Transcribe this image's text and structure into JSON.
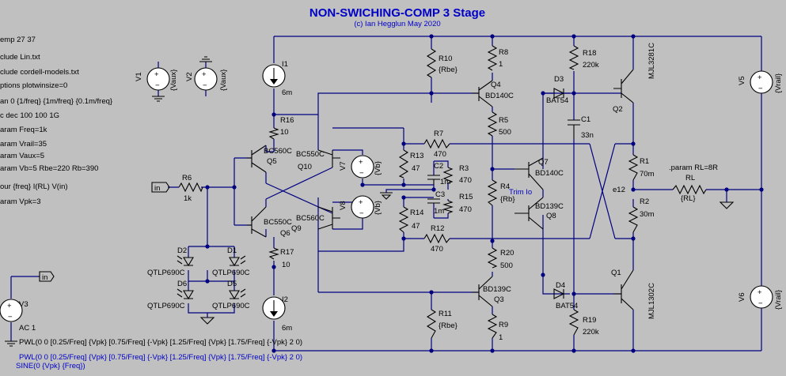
{
  "title": "NON-SWICHING-COMP 3 Stage",
  "subtitle": "(c) Ian Hegglun May 2020",
  "directives": [
    "emp 27 37",
    "clude Lin.txt",
    "clude cordell-models.txt",
    "ptions plotwinsize=0",
    "an 0 {1/freq} {1m/freq} {0.1m/freq}",
    "c dec 100 100 1G",
    "aram Freq=1k",
    "aram Vrail=35",
    "aram Vaux=5",
    "aram Vb=5 Rbe=220 Rb=390",
    "our {freq} I(RL) V(in)",
    "aram Vpk=3"
  ],
  "param_rl": ".param RL=8R",
  "pwl_black": "PWL(0 0 [0.25/Freq] {Vpk} [0.75/Freq] {-Vpk} [1.25/Freq] {Vpk} [1.75/Freq] {-Vpk} 2 0)",
  "pwl_blue": "PWL(0 0 [0.25/Freq] {Vpk} [0.75/Freq] {-Vpk} [1.25/Freq] {Vpk} [1.75/Freq] {-Vpk} 2 0)",
  "sine_blue": "SINE(0 {Vpk} {Freq})",
  "trim_label": "Trim Io",
  "net_in": "in",
  "net_e12": "e12",
  "components": {
    "v1": {
      "name": "V1",
      "value": "{Vaux}"
    },
    "v2": {
      "name": "V2",
      "value": "{Vaux}"
    },
    "v3": {
      "name": "V3",
      "value": "AC 1"
    },
    "v5": {
      "name": "V5",
      "value": "{Vrail}"
    },
    "v6": {
      "name": "V6",
      "value": "{Vrail}"
    },
    "v7": {
      "name": "V7",
      "value": "{Vb}"
    },
    "v8": {
      "name": "V8",
      "value": "{Vb}"
    },
    "i1": {
      "name": "I1",
      "value": "6m"
    },
    "i2": {
      "name": "I2",
      "value": "6m"
    },
    "r1": {
      "name": "R1",
      "value": "70m"
    },
    "r2": {
      "name": "R2",
      "value": "30m"
    },
    "r3": {
      "name": "R3",
      "value": "470"
    },
    "r4": {
      "name": "R4",
      "value": "{Rb}"
    },
    "r6": {
      "name": "R6",
      "value": "1k"
    },
    "r7": {
      "name": "R7",
      "value": "470"
    },
    "r8": {
      "name": "R8",
      "value": "1"
    },
    "r9": {
      "name": "R9",
      "value": "1"
    },
    "r10": {
      "name": "R10",
      "value": "{Rbe}"
    },
    "r11": {
      "name": "R11",
      "value": "{Rbe}"
    },
    "r12": {
      "name": "R12",
      "value": "470"
    },
    "r13": {
      "name": "R13",
      "value": "47"
    },
    "r14": {
      "name": "R14",
      "value": "47"
    },
    "r15": {
      "name": "R15",
      "value": "470"
    },
    "r16": {
      "name": "R16",
      "value": "10"
    },
    "r17": {
      "name": "R17",
      "value": "10"
    },
    "r18": {
      "name": "R18",
      "value": "220k"
    },
    "r19": {
      "name": "R19",
      "value": "220k"
    },
    "r20": {
      "name": "R20",
      "value": "500"
    },
    "r5": {
      "name": "R5",
      "value": "500"
    },
    "rl": {
      "name": "RL",
      "value": "{RL}"
    },
    "c1": {
      "name": "C1",
      "value": "33n"
    },
    "c2": {
      "name": "C2",
      "value": "1m"
    },
    "c3": {
      "name": "C3",
      "value": "1m"
    },
    "d1": {
      "name": "D1",
      "value": "QTLP690C"
    },
    "d2": {
      "name": "D2",
      "value": "QTLP690C"
    },
    "d3": {
      "name": "D3",
      "value": "BAT54"
    },
    "d4": {
      "name": "D4",
      "value": "BAT54"
    },
    "d5": {
      "name": "D5",
      "value": "QTLP690C"
    },
    "d6": {
      "name": "D6",
      "value": "QTLP690C"
    },
    "q1": {
      "name": "Q1",
      "value": "MJL1302C"
    },
    "q2": {
      "name": "Q2",
      "value": "MJL3281C"
    },
    "q3": {
      "name": "Q3",
      "value": "BD139C"
    },
    "q4": {
      "name": "Q4",
      "value": "BD140C"
    },
    "q5": {
      "name": "Q5",
      "value": "BC560C"
    },
    "q6": {
      "name": "Q6",
      "value": "BC550C"
    },
    "q7": {
      "name": "Q7",
      "value": "BD140C"
    },
    "q8": {
      "name": "Q8",
      "value": "BD139C"
    },
    "q9": {
      "name": "Q9",
      "value": "BC560C"
    },
    "q10": {
      "name": "Q10",
      "value": "BC550C"
    }
  }
}
